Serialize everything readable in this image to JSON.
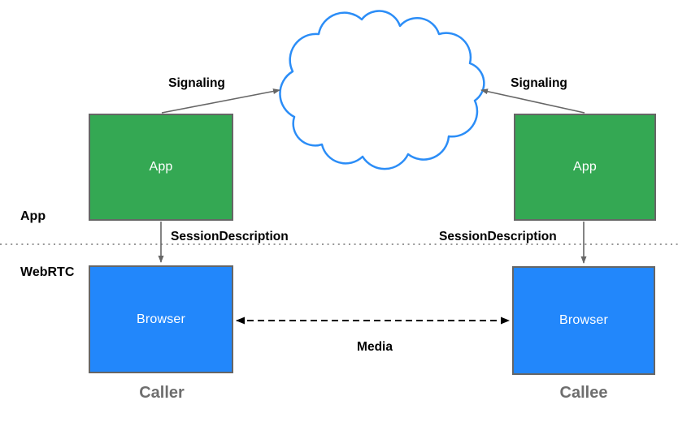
{
  "diagram": {
    "layer_labels": {
      "app": "App",
      "webrtc": "WebRTC"
    },
    "nodes": {
      "caller_app": {
        "label": "App"
      },
      "callee_app": {
        "label": "App"
      },
      "caller_browser": {
        "label": "Browser"
      },
      "callee_browser": {
        "label": "Browser"
      }
    },
    "edge_labels": {
      "signaling_left": "Signaling",
      "signaling_right": "Signaling",
      "session_description_left": "SessionDescription",
      "session_description_right": "SessionDescription",
      "media": "Media"
    },
    "captions": {
      "caller": "Caller",
      "callee": "Callee"
    },
    "colors": {
      "app_node_fill": "#34a853",
      "browser_node_fill": "#2287fb",
      "node_border": "#666666",
      "node_text": "#ffffff",
      "cloud_stroke": "#2b8df7",
      "arrow_gray": "#666666",
      "arrow_black": "#000000",
      "label_text": "#000000",
      "caption_text": "#6e6e6e",
      "divider": "#777777"
    }
  }
}
